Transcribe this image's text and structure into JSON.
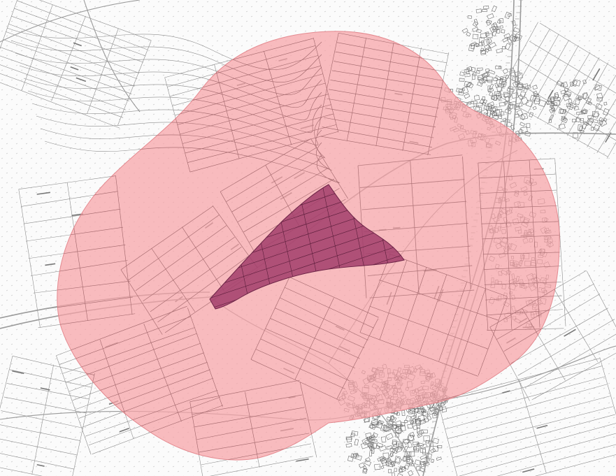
{
  "map": {
    "colors": {
      "background": "#fbfbfb",
      "line": "#8c8c8c",
      "road": "#9a9a9a",
      "buffer_fill": "#f6a2a6",
      "buffer_stroke": "#e48a90",
      "site_fill": "#a23d6b",
      "site_stroke": "#6d2447",
      "hatch": "#c8c8c8"
    },
    "layers": [
      {
        "name": "cadastral-parcels"
      },
      {
        "name": "buffer-zone"
      },
      {
        "name": "project-site"
      }
    ]
  }
}
